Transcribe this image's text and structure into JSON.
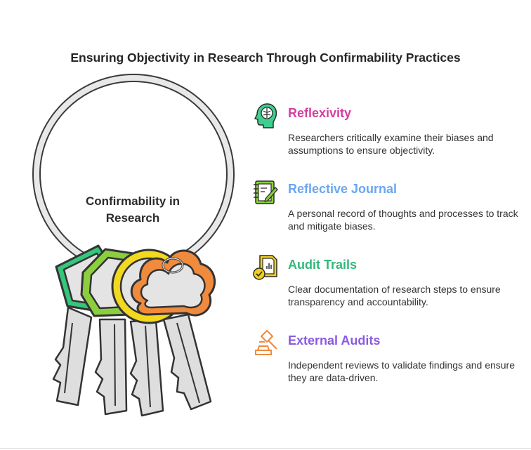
{
  "title": "Ensuring Objectivity in Research Through Confirmability Practices",
  "center_label": {
    "line1": "Confirmability in",
    "line2": "Research"
  },
  "items": [
    {
      "title": "Reflexivity",
      "description": "Researchers critically examine their biases and assumptions to ensure objectivity.",
      "color": "#d63fa0",
      "icon_color": "#3ecf8e",
      "icon": "brain-head-icon"
    },
    {
      "title": "Reflective Journal",
      "description": "A personal record of thoughts and processes to track and mitigate biases.",
      "color": "#6aa6f2",
      "icon_color": "#8ccf3e",
      "icon": "journal-pen-icon"
    },
    {
      "title": "Audit Trails",
      "description": "Clear documentation of research steps to ensure transparency and accountability.",
      "color": "#33b77a",
      "icon_color": "#f2cf1e",
      "icon": "document-check-icon"
    },
    {
      "title": "External Audits",
      "description": "Independent reviews to validate findings and ensure they are data-driven.",
      "color": "#8a5ae0",
      "icon_color": "#f08a3c",
      "icon": "gavel-icon"
    }
  ],
  "key_colors": {
    "pentagon": "#34c77b",
    "hexagon": "#8ccf3e",
    "circle": "#f2d81e",
    "cloud": "#f08a3c"
  }
}
